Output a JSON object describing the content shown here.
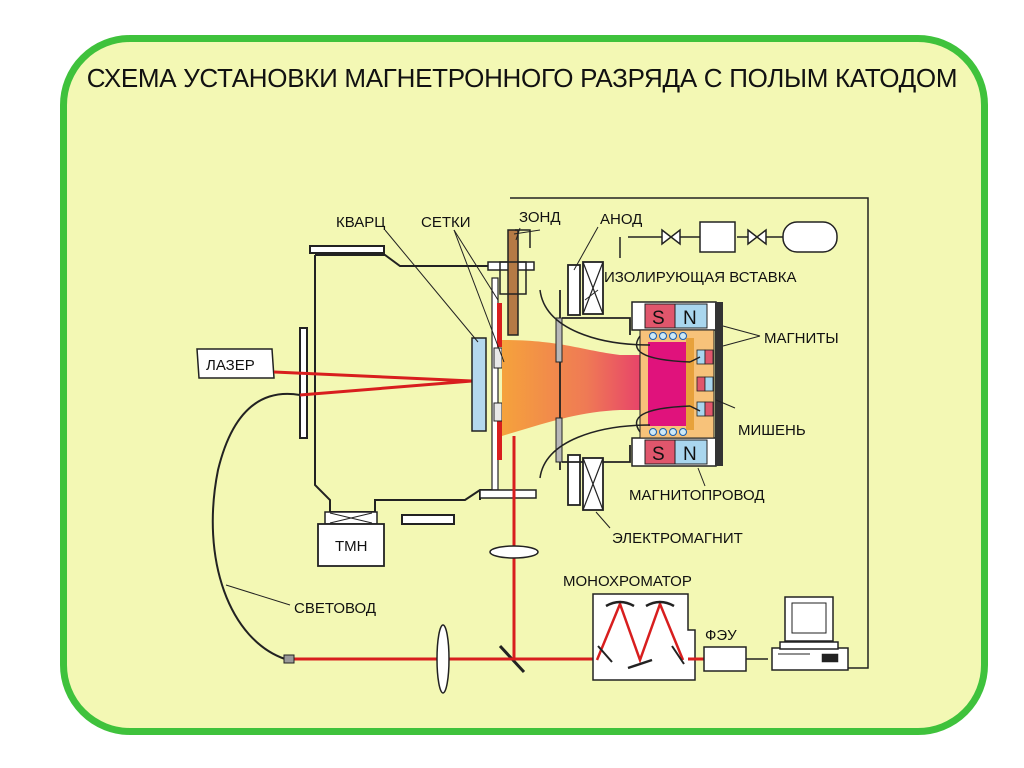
{
  "title": "СХЕМА УСТАНОВКИ МАГНЕТРОННОГО РАЗРЯДА С ПОЛЫМ КАТОДОМ",
  "labels": {
    "quartz": "КВАРЦ",
    "grids": "СЕТКИ",
    "probe": "ЗОНД",
    "anode": "АНОД",
    "insulator": "ИЗОЛИРУЮЩАЯ ВСТАВКА",
    "magnets": "МАГНИТЫ",
    "target": "МИШЕНЬ",
    "magnetic_circuit": "МАГНИТОПРОВОД",
    "electromagnet": "ЭЛЕКТРОМАГНИТ",
    "laser": "ЛАЗЕР",
    "tmp": "ТМН",
    "light_guide": "СВЕТОВОД",
    "monochromator": "МОНОХРОМАТОР",
    "pmt": "ФЭУ"
  },
  "magnet_poles": {
    "s": "S",
    "n": "N"
  },
  "colors": {
    "frame": "#3fc23c",
    "background": "#f3f8b4",
    "laser_beam": "#d81e1e",
    "plasma_start": "#f5a23c",
    "plasma_end": "#e0127c",
    "magnet_s": "#e0566c",
    "magnet_n": "#a9d6ee",
    "quartz": "#b4d8ee"
  }
}
